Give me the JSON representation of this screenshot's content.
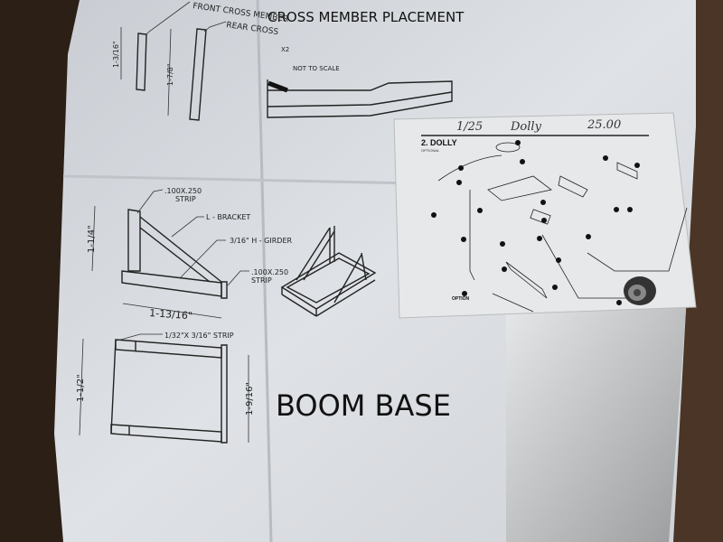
{
  "main_sheet": {
    "title": "CROSS MEMBER PLACEMENT",
    "front_cross_member": "FRONT CROSS MEMBER",
    "rear_cross": "REAR CROSS",
    "x2": "X2",
    "not_to_scale": "NOT TO SCALE",
    "dim_1_3_16": "1-3/16\"",
    "dim_1_7_8": "1-7/8\"",
    "strip_top": ".100X.250",
    "strip_word": "STRIP",
    "l_bracket": "L - BRACKET",
    "h_girder": "3/16\" H - GIRDER",
    "strip_right": ".100X.250",
    "strip_right_word": "STRIP",
    "dim_1_1_4": "1-1/4\"",
    "dim_1_13_16": "1-13/16\"",
    "strip_1_32": "1/32\"X 3/16\" STRIP",
    "dim_1_1_2": "1-1/2\"",
    "dim_1_9_16": "1-9/16\"",
    "boom_base": "BOOM BASE"
  },
  "dolly_sheet": {
    "handwritten_scale": "1/25",
    "handwritten_name": "Dolly",
    "handwritten_price": "25.00",
    "heading": "2. DOLLY",
    "subheading": "OPTIONAL",
    "option_label": "OPTION"
  }
}
